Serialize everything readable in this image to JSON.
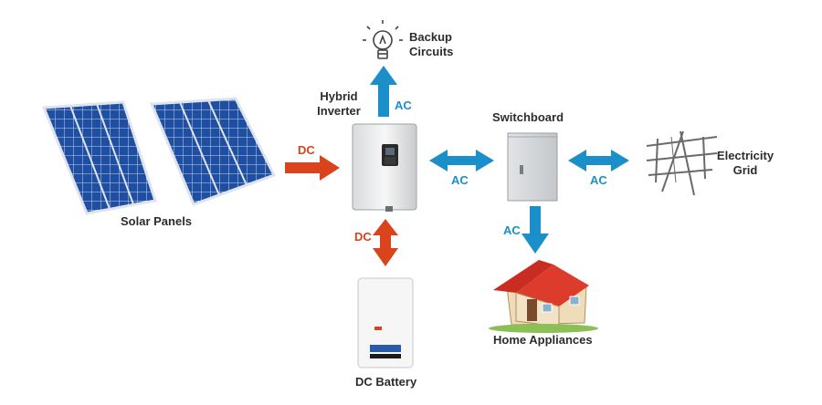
{
  "nodes": {
    "solar_panels": "Solar Panels",
    "inverter": "Hybrid\nInverter",
    "backup": "Backup\nCircuits",
    "switchboard": "Switchboard",
    "grid": "Electricity\nGrid",
    "home": "Home Appliances",
    "battery": "DC Battery"
  },
  "flows": {
    "solar_to_inverter": "DC",
    "inverter_to_backup": "AC",
    "inverter_switchboard": "AC",
    "switchboard_grid": "AC",
    "switchboard_home": "AC",
    "inverter_battery": "DC"
  },
  "colors": {
    "ac_arrow": "#1a8fc9",
    "dc_arrow": "#d9441c",
    "panel_blue": "#1d4e9e",
    "roof_red": "#d6342a"
  }
}
